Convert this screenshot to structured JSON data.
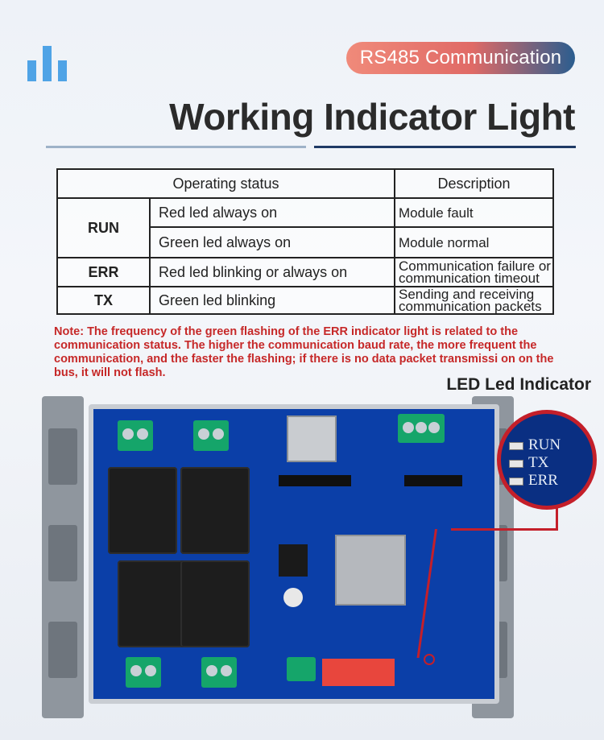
{
  "badge": "RS485 Communication",
  "title": "Working Indicator Light",
  "table": {
    "headers": [
      "Operating status",
      "Description"
    ],
    "rows": [
      {
        "label": "RUN",
        "status": "Red led always on",
        "description": "Module fault"
      },
      {
        "label": "",
        "status": "Green led always on",
        "description": "Module normal"
      },
      {
        "label": "ERR",
        "status": "Red led blinking or always on",
        "description": "Communication failure or communication timeout"
      },
      {
        "label": "TX",
        "status": "Green led blinking",
        "description": "Sending and receiving communication packets"
      }
    ]
  },
  "note": "Note: The frequency of the green flashing of the ERR indicator light is related to the communication status. The higher the communication baud rate, the more frequent the communication, and the faster the flashing; if there is no data packet transmissi on on the bus, it will not flash.",
  "led_title": "LED Led Indicator",
  "led_zoom": {
    "labels": [
      "RUN",
      "TX",
      "ERR"
    ]
  },
  "colors": {
    "accent_red": "#c62828",
    "navy": "#1f3a66",
    "board_blue": "#0b3fa8"
  }
}
